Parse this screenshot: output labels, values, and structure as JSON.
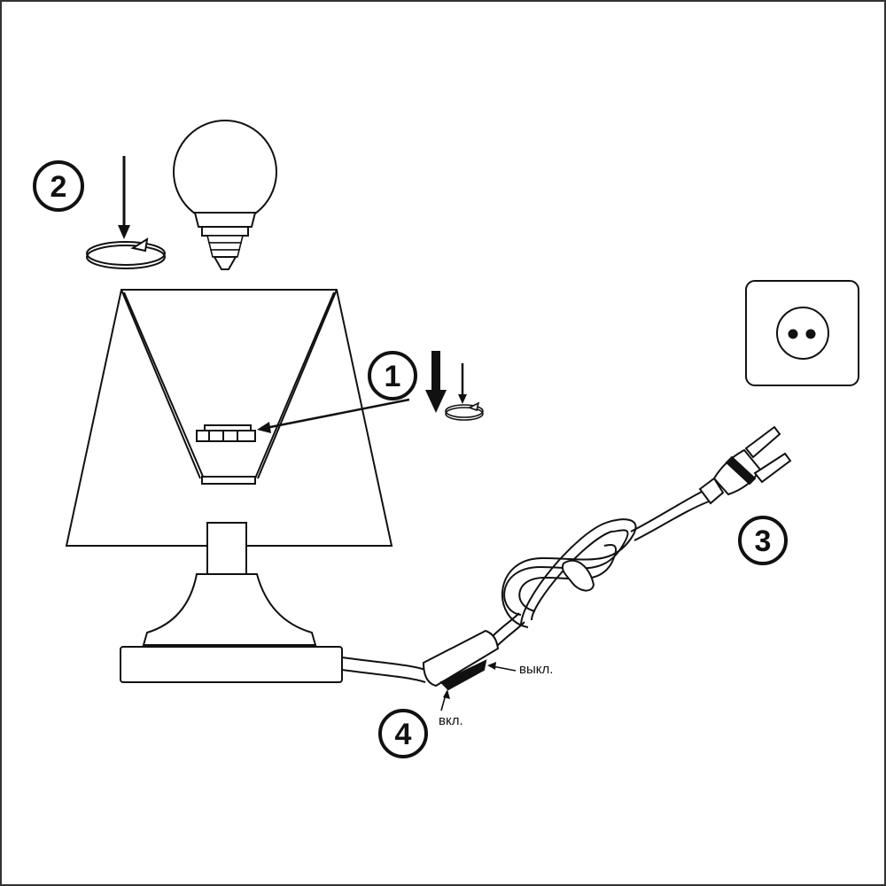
{
  "steps": [
    {
      "number": "1",
      "description_icon": "shade-mount-arrow-icon"
    },
    {
      "number": "2",
      "description_icon": "bulb-screw-arrow-icon"
    },
    {
      "number": "3",
      "description_icon": "plug-icon"
    },
    {
      "number": "4",
      "description_icon": "cord-switch-icon"
    }
  ],
  "switch_labels": {
    "off": "выкл.",
    "on": "вкл."
  },
  "colors": {
    "stroke": "#111111",
    "fill": "#ffffff",
    "frame": "#333333"
  }
}
